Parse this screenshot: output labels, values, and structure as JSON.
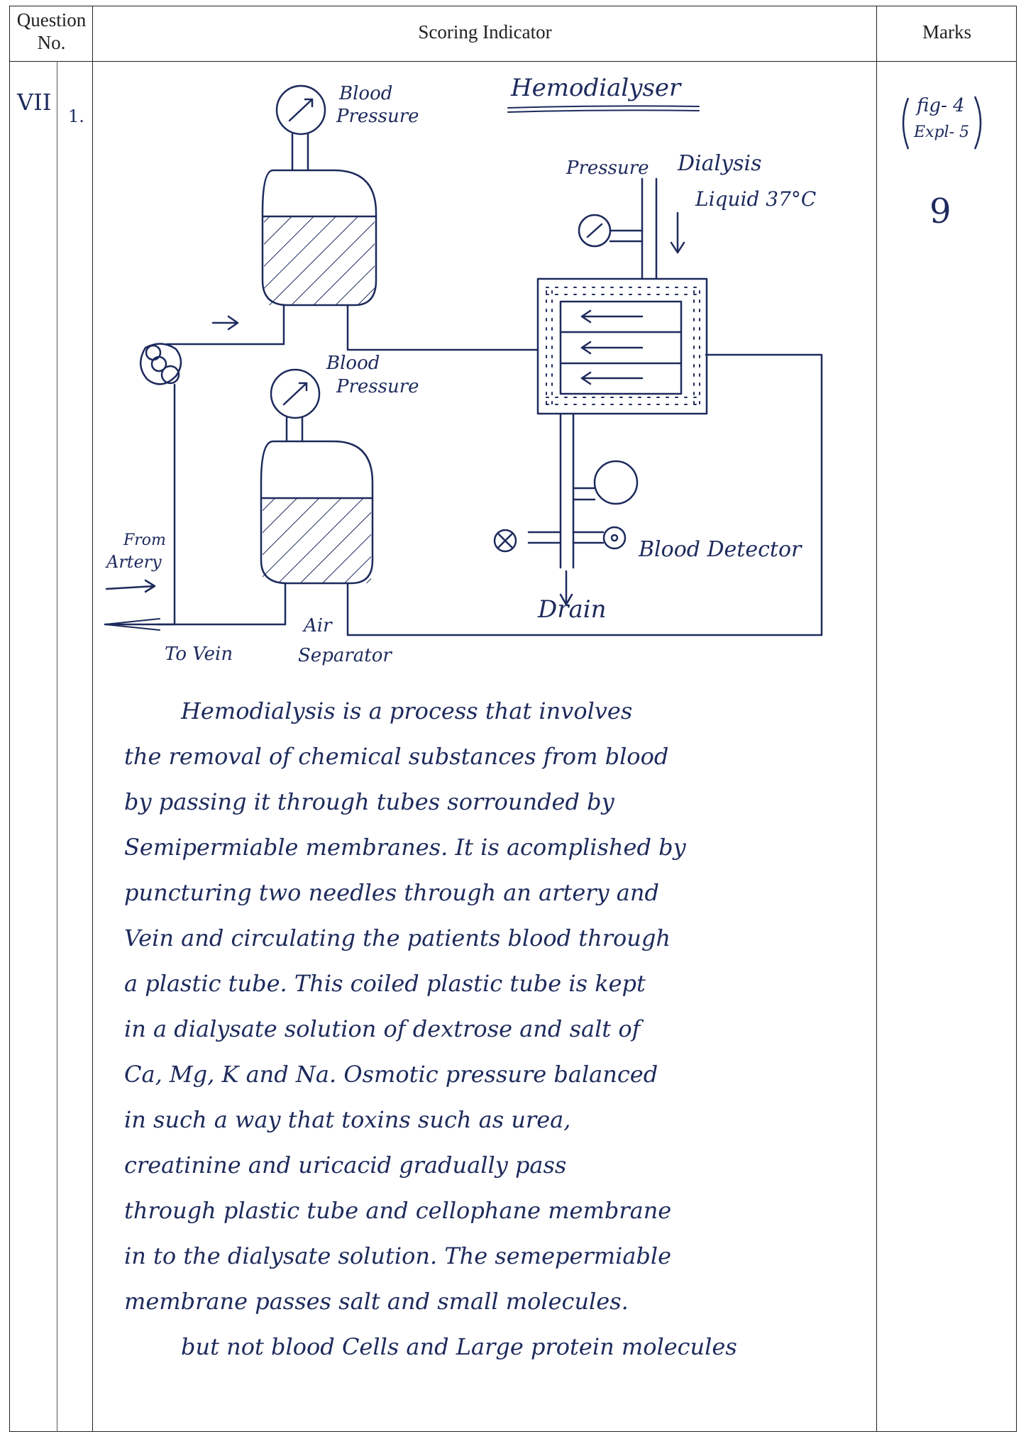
{
  "header": {
    "question_no_line1": "Question",
    "question_no_line2": "No.",
    "scoring_indicator": "Scoring Indicator",
    "marks": "Marks"
  },
  "row": {
    "question": "VII",
    "sub_question": "1.",
    "marks_breakdown_1": "fig- 4",
    "marks_breakdown_2": "Expl- 5",
    "total_marks": "9"
  },
  "diagram": {
    "title": "Hemodialyser",
    "labels": {
      "blood_pressure_top_1": "Blood",
      "blood_pressure_top_2": "Pressure",
      "pressure": "Pressure",
      "dialysis_liquid_1": "Dialysis",
      "dialysis_liquid_2": "Liquid 37°C",
      "blood_pressure_mid_1": "Blood",
      "blood_pressure_mid_2": "Pressure",
      "blood_detector": "Blood Detector",
      "drain": "Drain",
      "from_artery_1": "From",
      "from_artery_2": "Artery",
      "to_vein": "To Vein",
      "air_separator_1": "Air",
      "air_separator_2": "Separator"
    }
  },
  "paragraph": [
    "Hemodialysis is a process that involves",
    "the removal of chemical substances from blood",
    "by passing it through tubes sorrounded by",
    "Semipermiable membranes. It is acomplished by",
    "puncturing two needles through an artery and",
    "Vein and circulating the patients blood through",
    "a plastic tube. This coiled plastic tube is kept",
    "in a dialysate solution of dextrose and salt of",
    "Ca, Mg, K and Na. Osmotic pressure balanced",
    "in such a way that toxins such as urea,",
    "creatinine and uricacid gradually pass",
    "through plastic tube and cellophane membrane",
    "in to the dialysate solution. The semepermiable",
    "membrane passes salt and small molecules.",
    "but not blood Cells and Large protein molecules"
  ]
}
